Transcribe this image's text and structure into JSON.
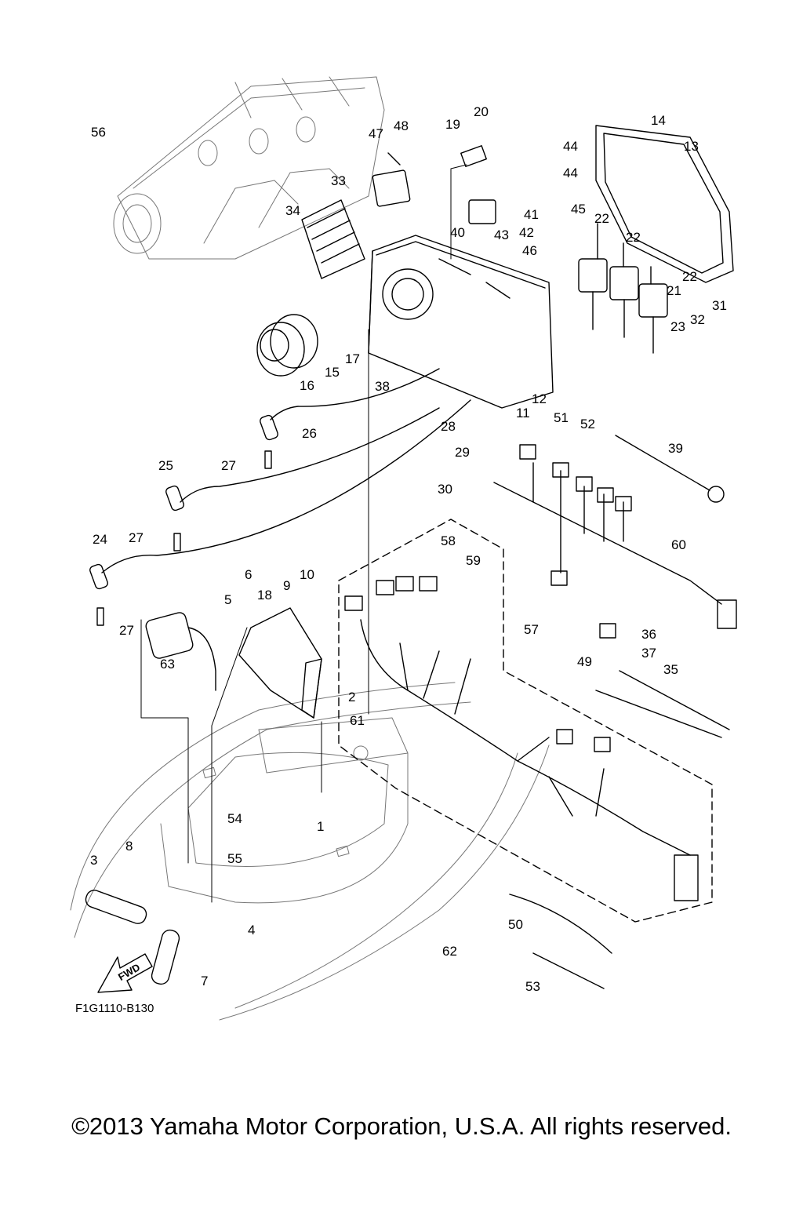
{
  "drawing_code": "F1G1110-B130",
  "forward_arrow_label": "FWD",
  "copyright": "©2013 Yamaha Motor Corporation, U.S.A. All rights reserved.",
  "callouts": [
    "1",
    "2",
    "3",
    "4",
    "5",
    "6",
    "7",
    "8",
    "9",
    "10",
    "11",
    "12",
    "13",
    "14",
    "15",
    "16",
    "17",
    "18",
    "19",
    "20",
    "21",
    "22",
    "22",
    "22",
    "23",
    "24",
    "25",
    "26",
    "27",
    "27",
    "27",
    "28",
    "29",
    "30",
    "31",
    "32",
    "33",
    "34",
    "35",
    "36",
    "37",
    "38",
    "39",
    "40",
    "41",
    "42",
    "43",
    "44",
    "44",
    "45",
    "46",
    "47",
    "48",
    "49",
    "50",
    "51",
    "52",
    "53",
    "54",
    "55",
    "56",
    "57",
    "58",
    "59",
    "60",
    "61",
    "62",
    "63"
  ]
}
